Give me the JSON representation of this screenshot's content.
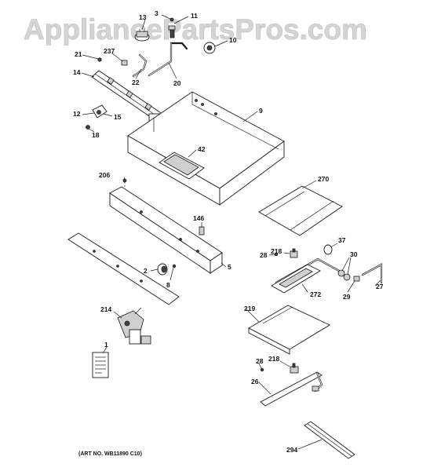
{
  "watermark": "AppliancePartsPros.com",
  "caption": "(ART NO. WB11890 C10)",
  "labels": {
    "p3": "3",
    "p11": "11",
    "p13": "13",
    "p10": "10",
    "p237": "237",
    "p21": "21",
    "p14": "14",
    "p22": "22",
    "p20": "20",
    "p9": "9",
    "p12": "12",
    "p15": "15",
    "p18": "18",
    "p42": "42",
    "p206": "206",
    "p270": "270",
    "p146": "146",
    "p37": "37",
    "p28a": "28",
    "p218a": "218",
    "p30": "30",
    "p2": "2",
    "p8": "8",
    "p5": "5",
    "p27": "27",
    "p29": "29",
    "p272": "272",
    "p214": "214",
    "p219": "219",
    "p1": "1",
    "p28b": "28",
    "p218b": "218",
    "p26": "26",
    "p294": "294"
  }
}
